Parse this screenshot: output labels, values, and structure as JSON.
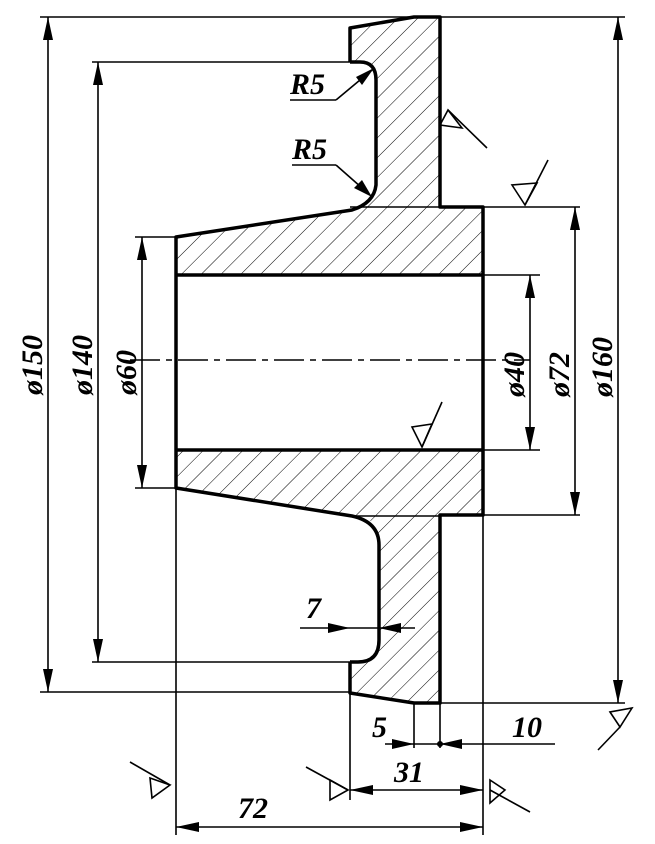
{
  "drawing": {
    "dimensions": {
      "phi150": "ø150",
      "phi140": "ø140",
      "phi60": "ø60",
      "phi40": "ø40",
      "phi72": "ø72",
      "phi160": "ø160",
      "r5_top": "R5",
      "r5_bottom": "R5",
      "d7": "7",
      "d5": "5",
      "d10": "10",
      "d31": "31",
      "d72": "72"
    }
  }
}
